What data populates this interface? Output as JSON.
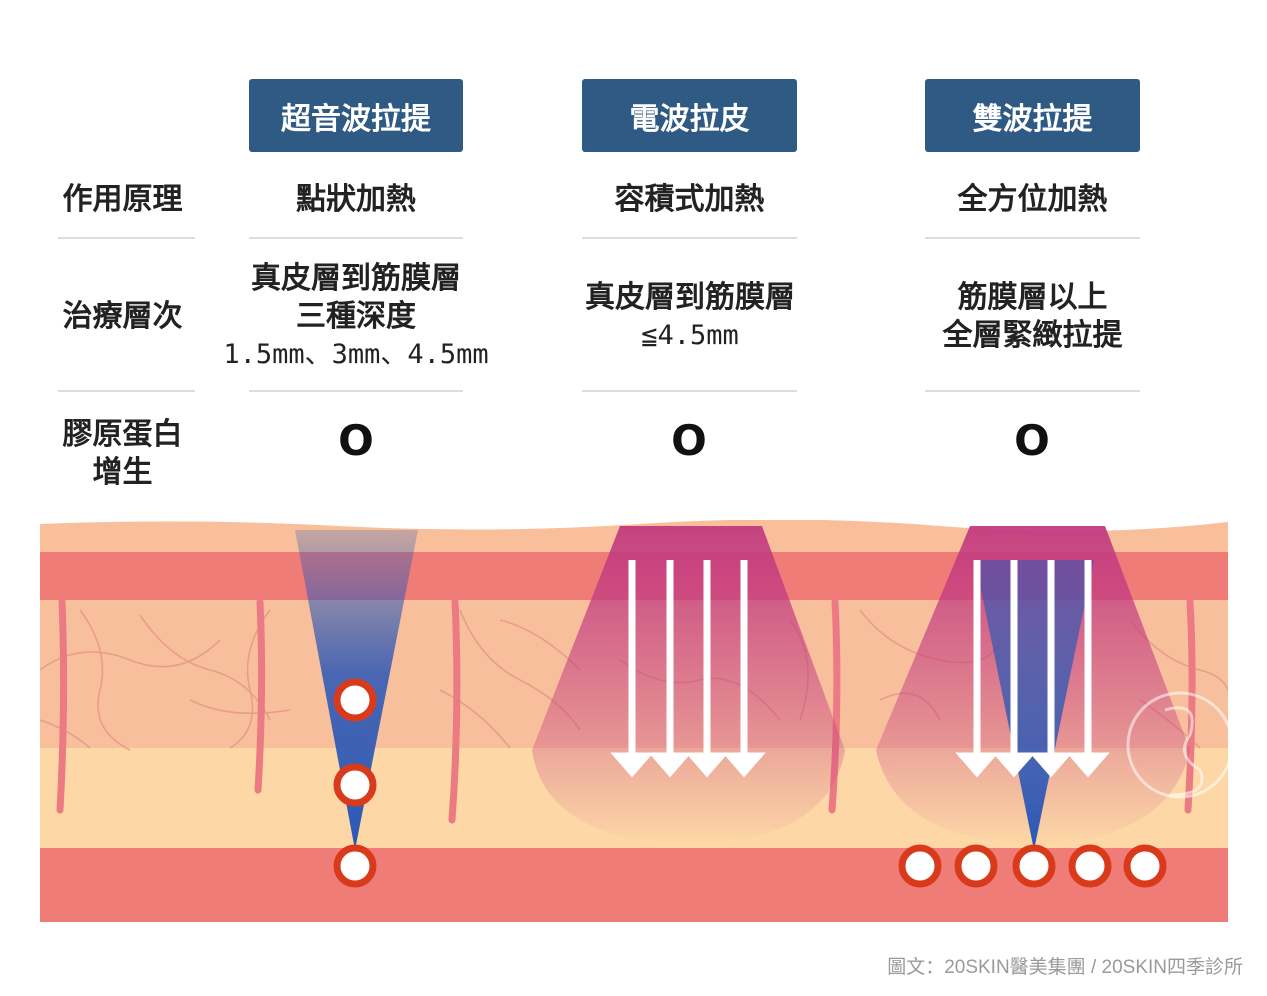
{
  "columns": [
    {
      "title": "超音波拉提",
      "principle": "點狀加熱",
      "depth_lines": [
        "真皮層到筋膜層",
        "三種深度",
        "1.5mm、3mm、4.5mm"
      ],
      "collagen": "O"
    },
    {
      "title": "電波拉皮",
      "principle": "容積式加熱",
      "depth_lines": [
        "真皮層到筋膜層",
        "≦4.5mm"
      ],
      "collagen": "O"
    },
    {
      "title": "雙波拉提",
      "principle": "全方位加熱",
      "depth_lines": [
        "筋膜層以上",
        "全層緊緻拉提"
      ],
      "collagen": "O"
    }
  ],
  "rows": {
    "principle": "作用原理",
    "depth": "治療層次",
    "collagen_line1": "膠原蛋白",
    "collagen_line2": "增生"
  },
  "credit": "圖文：20SKIN醫美集團 / 20SKIN四季診所",
  "colors": {
    "header_bg": "#2f5a83",
    "skin_top": "#f9bf9a",
    "dermis_red": "#f07c78",
    "dermis_tissue": "#f8bf9c",
    "fat_layer": "#fdd7a6",
    "muscle": "#f07c78",
    "ultrasound_blue": "#2b57b6",
    "rf_magenta": "#c23a80",
    "focus_ring": "#d93a1c"
  }
}
